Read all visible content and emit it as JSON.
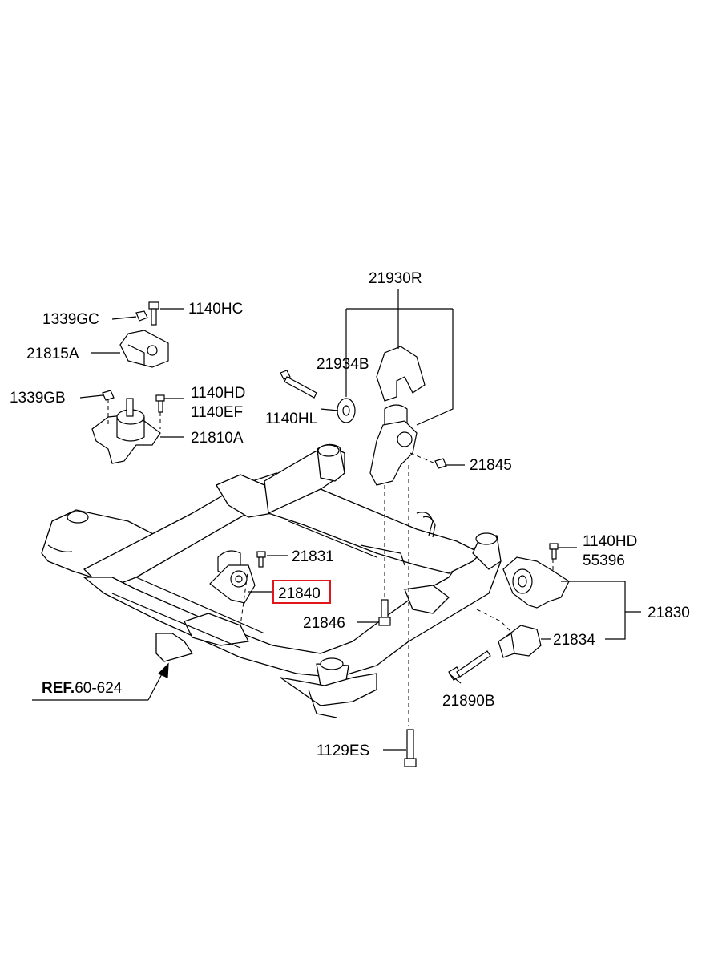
{
  "diagram": {
    "reference": {
      "prefix": "REF.",
      "number": "60-624"
    },
    "highlighted_part": "21840",
    "highlight_color": "#e0161b",
    "parts": {
      "p21930R": "21930R",
      "p1140HC": "1140HC",
      "p1339GC": "1339GC",
      "p21815A": "21815A",
      "p21934B": "21934B",
      "p1140HD_a": "1140HD",
      "p1140EF": "1140EF",
      "p1339GB": "1339GB",
      "p1140HL": "1140HL",
      "p21810A": "21810A",
      "p21845": "21845",
      "p1140HD_b": "1140HD",
      "p55396": "55396",
      "p21831": "21831",
      "p21840": "21840",
      "p21830": "21830",
      "p21846": "21846",
      "p21834": "21834",
      "p21890B": "21890B",
      "p1129ES": "1129ES"
    }
  }
}
